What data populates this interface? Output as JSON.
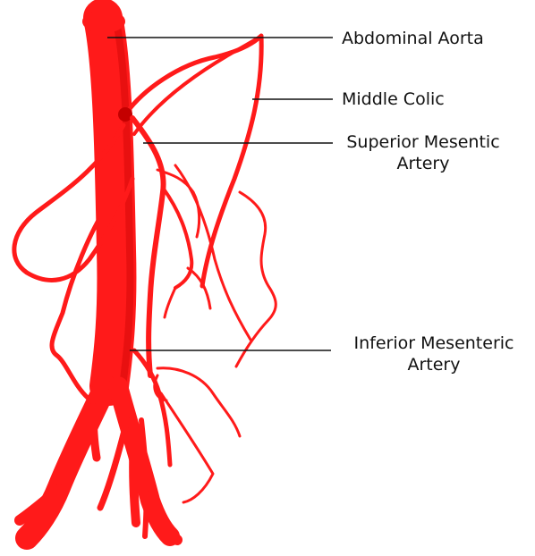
{
  "colors": {
    "vessel": "#ff1a1a",
    "vessel_shade": "#c40000",
    "leader": "#111111",
    "background": "#ffffff"
  },
  "labels": {
    "abdominal_aorta": "Abdominal Aorta",
    "middle_colic": "Middle Colic",
    "superior_mesentic_line1": "Superior Mesentic",
    "superior_mesentic_line2": "Artery",
    "inferior_mesenteric_line1": "Inferior Mesenteric",
    "inferior_mesenteric_line2": "Artery"
  }
}
